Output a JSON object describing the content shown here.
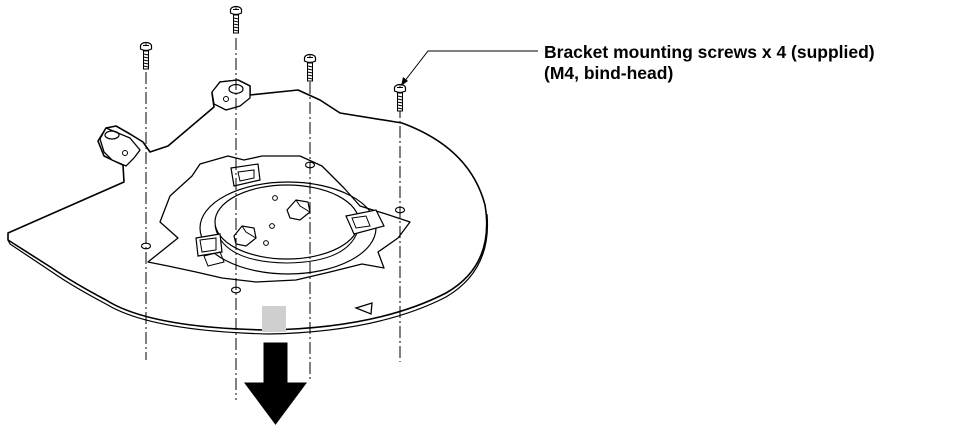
{
  "figure": {
    "callout": {
      "line1": "Bracket mounting screws x 4 (supplied)",
      "line2": "(M4, bind-head)"
    },
    "screws": {
      "count": 4
    },
    "colors": {
      "ink": "#000000",
      "background": "#ffffff",
      "marker": "#cfcfcf"
    }
  }
}
